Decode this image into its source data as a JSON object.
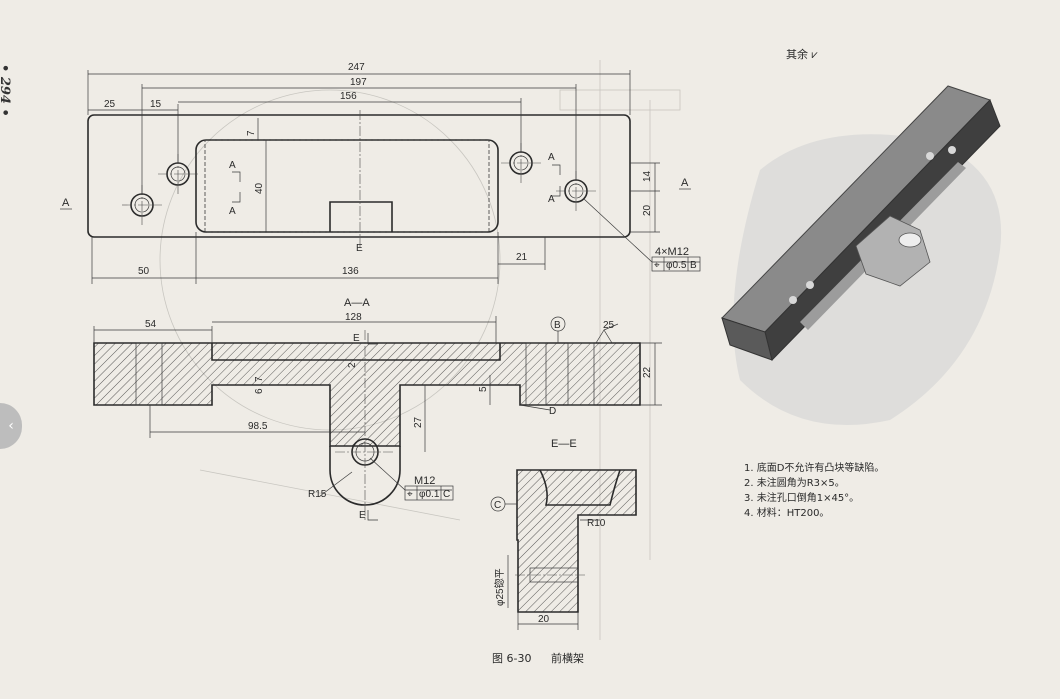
{
  "page": {
    "number": "• 294 •"
  },
  "finish": {
    "rest_label": "其余",
    "symbol": "⩗"
  },
  "caption": {
    "figure": "图 6-30",
    "title": "前横架"
  },
  "notes": [
    "1. 底面D不允许有凸块等缺陷。",
    "2. 未注圆角为R3×5。",
    "3. 未注孔口倒角1×45°。",
    "4. 材料：HT200。"
  ],
  "dimensions": {
    "overall_length": "247",
    "hole_spacing": "197",
    "pocket_length": "156",
    "edge_to_hole": "25",
    "small_offset": "15",
    "pocket_top_offset": "7",
    "pocket_height": "40",
    "hole_row_14": "14",
    "hole_row_20": "20",
    "bottom_50": "50",
    "bottom_136": "136",
    "bottom_21": "21",
    "section_54": "54",
    "section_128": "128",
    "section_2": "2",
    "section_7": "7",
    "section_6": "6",
    "section_5": "5",
    "section_22": "22",
    "section_98_5": "98.5",
    "lug_27": "27",
    "lug_r15": "R15",
    "ee_r10": "R10",
    "ee_20": "20",
    "ee_bore": "φ25锪平",
    "finish_25": "25"
  },
  "callouts": {
    "holes": "4×M12",
    "holes_tol_value": "φ0.5",
    "holes_tol_datum": "B",
    "lug_thread": "M12",
    "lug_tol_value": "φ0.1",
    "lug_tol_datum": "C",
    "datum_b": "B",
    "datum_c": "C",
    "surface_d": "D"
  },
  "sections": {
    "aa_title": "A—A",
    "ee_title": "E—E",
    "a_mark": "A",
    "e_mark": "E"
  },
  "nav": {
    "arrow": "‹"
  }
}
